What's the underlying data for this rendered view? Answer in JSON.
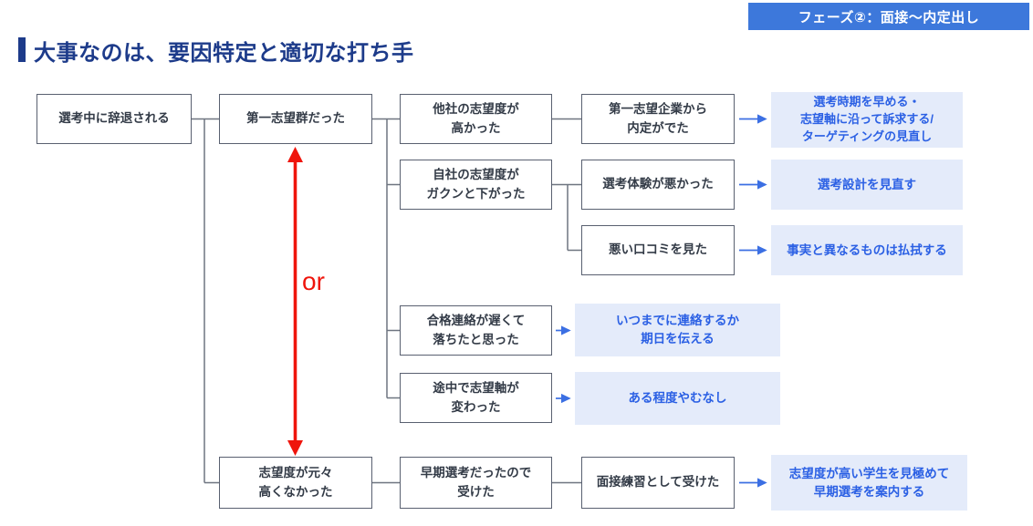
{
  "badge": {
    "label": "フェーズ②：面接〜内定出し"
  },
  "title": {
    "text": "大事なのは、要因特定と適切な打ち手"
  },
  "or_label": "or",
  "nodes": [
    {
      "label": "選考中に辞退される"
    },
    {
      "label": "第一志望群だった"
    },
    {
      "label": "他社の志望度が\n高かった"
    },
    {
      "label": "第一志望企業から\n内定がでた"
    },
    {
      "label": "自社の志望度が\nガクンと下がった"
    },
    {
      "label": "選考体験が悪かった"
    },
    {
      "label": "悪い口コミを見た"
    },
    {
      "label": "合格連絡が遅くて\n落ちたと思った"
    },
    {
      "label": "途中で志望軸が\n変わった"
    },
    {
      "label": "志望度が元々\n高くなかった"
    },
    {
      "label": "早期選考だったので\n受けた"
    },
    {
      "label": "面接練習として受けた"
    }
  ],
  "actions": [
    {
      "label": "選考時期を早める・\n志望軸に沿って訴求する/\nターゲティングの見直し"
    },
    {
      "label": "選考設計を見直す"
    },
    {
      "label": "事実と異なるものは払拭する"
    },
    {
      "label": "いつまでに連絡するか\n期日を伝える"
    },
    {
      "label": "ある程度やむなし"
    },
    {
      "label": "志望度が高い学生を見極めて\n早期選考を案内する"
    }
  ],
  "colors": {
    "badge_bg": "#3D78DB",
    "title_navy": "#1D3B8A",
    "node_border": "#596070",
    "node_text": "#333B47",
    "action_bg": "#E4EBFA",
    "action_text": "#2B60E4",
    "arrow_blue": "#3B6FE3",
    "connector_gray": "#6E7580",
    "or_red": "#EF150C"
  }
}
